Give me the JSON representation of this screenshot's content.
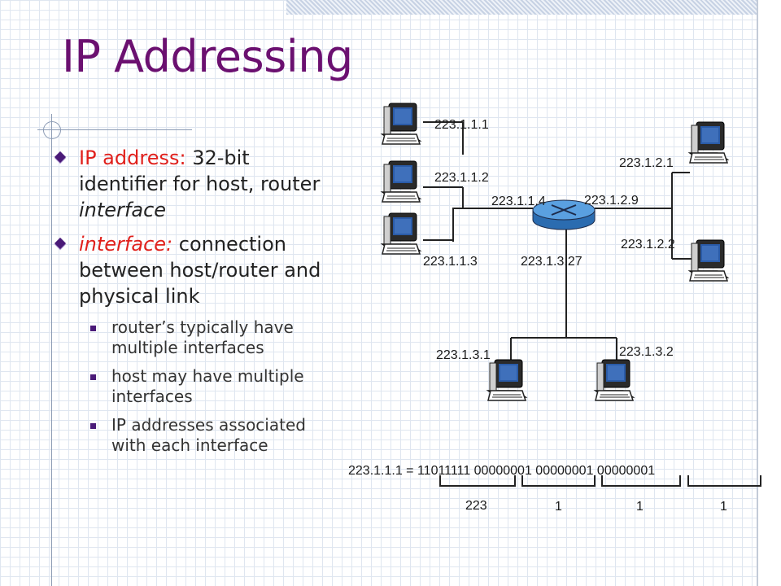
{
  "title": "IP Addressing",
  "bullets": [
    {
      "highlight": "IP address:",
      "text_a": " 32-bit identifier for host, router ",
      "text_italic": "interface",
      "text_b": ""
    },
    {
      "highlight": "interface:",
      "text_a": " connection between host/router and physical link",
      "text_italic": "",
      "text_b": ""
    }
  ],
  "subbullets": [
    "router’s typically have multiple interfaces",
    "host may have multiple interfaces",
    "IP addresses associated with each interface"
  ],
  "diagram": {
    "labels": {
      "h1": "223.1.1.1",
      "h2": "223.1.1.2",
      "h3": "223.1.1.3",
      "r1": "223.1.1.4",
      "r2": "223.1.2.9",
      "r3": "223.1.3.27",
      "h4": "223.1.2.1",
      "h5": "223.1.2.2",
      "h6": "223.1.3.1",
      "h7": "223.1.3.2"
    },
    "binary": {
      "equation": "223.1.1.1 = 11011111 00000001 00000001 00000001",
      "decimals": [
        "223",
        "1",
        "1",
        "1"
      ]
    }
  },
  "colors": {
    "title": "#6b1070",
    "highlight": "#e0201c",
    "bullet": "#4a1a78",
    "router": "#3f88d0",
    "monitor_frame": "#222222",
    "monitor_screen": "#2a5ba8"
  },
  "icons": [
    "router-icon",
    "computer-icon"
  ]
}
